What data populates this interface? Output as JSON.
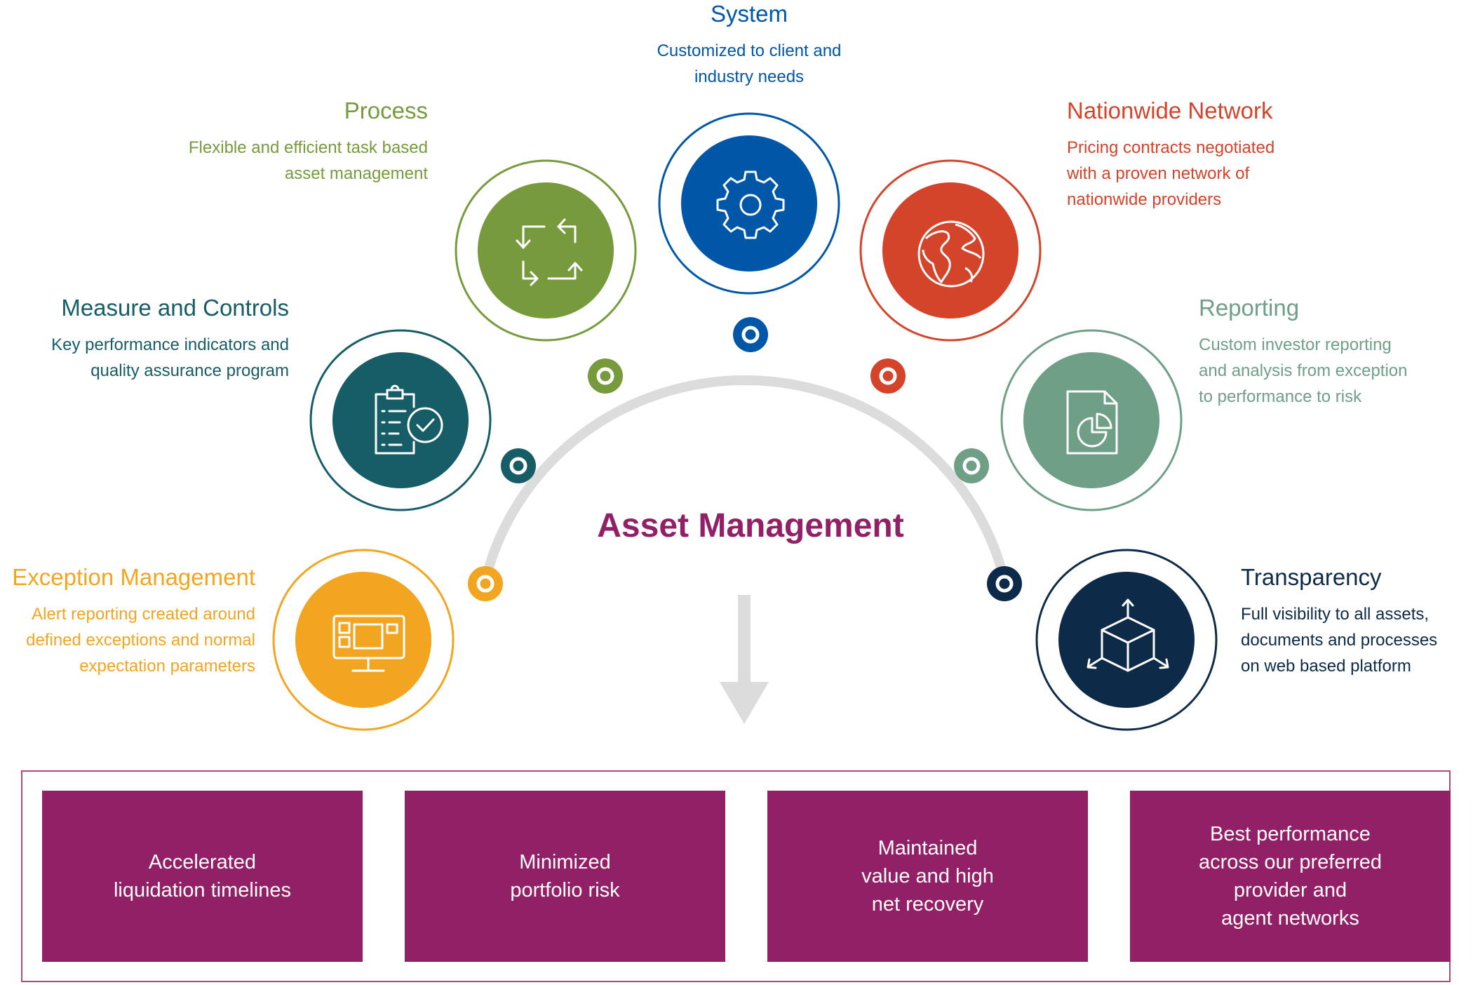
{
  "center_title": "Asset Management",
  "nodes": [
    {
      "id": "system",
      "title": "System",
      "description": "Customized to client and\nindustry needs",
      "color": "#0057a8",
      "icon": "gear-icon"
    },
    {
      "id": "process",
      "title": "Process",
      "description": "Flexible and efficient task based\nasset management",
      "color": "#779b3c",
      "icon": "cycle-arrows-icon"
    },
    {
      "id": "nationwide-network",
      "title": "Nationwide Network",
      "description": "Pricing contracts negotiated\nwith a proven network of\nnationwide providers",
      "color": "#d3442a",
      "icon": "globe-icon"
    },
    {
      "id": "measure-and-controls",
      "title": "Measure and Controls",
      "description": "Key performance indicators and\nquality assurance program",
      "color": "#165d68",
      "icon": "clipboard-check-icon"
    },
    {
      "id": "reporting",
      "title": "Reporting",
      "description": "Custom investor reporting\nand analysis from exception\nto performance to risk",
      "color": "#6f9f87",
      "icon": "report-pie-icon"
    },
    {
      "id": "exception-management",
      "title": "Exception Management",
      "description": "Alert reporting created around\ndefined exceptions and normal\nexpectation parameters",
      "color": "#f2a520",
      "icon": "monitor-dashboard-icon"
    },
    {
      "id": "transparency",
      "title": "Transparency",
      "description": "Full visibility to all assets,\ndocuments and processes\non web based platform",
      "color": "#0d2a48",
      "icon": "cube-arrows-icon"
    }
  ],
  "arc_color": "#dcdcdc",
  "arrow_color": "#dcdcdc",
  "outcomes": [
    {
      "label": "Accelerated\nliquidation timelines"
    },
    {
      "label": "Minimized\nportfolio risk"
    },
    {
      "label": "Maintained\nvalue and high\nnet recovery"
    },
    {
      "label": "Best performance\nacross our preferred\nprovider and\nagent networks"
    }
  ],
  "outcome_color": "#922066",
  "outcome_border_color": "#b0487f"
}
